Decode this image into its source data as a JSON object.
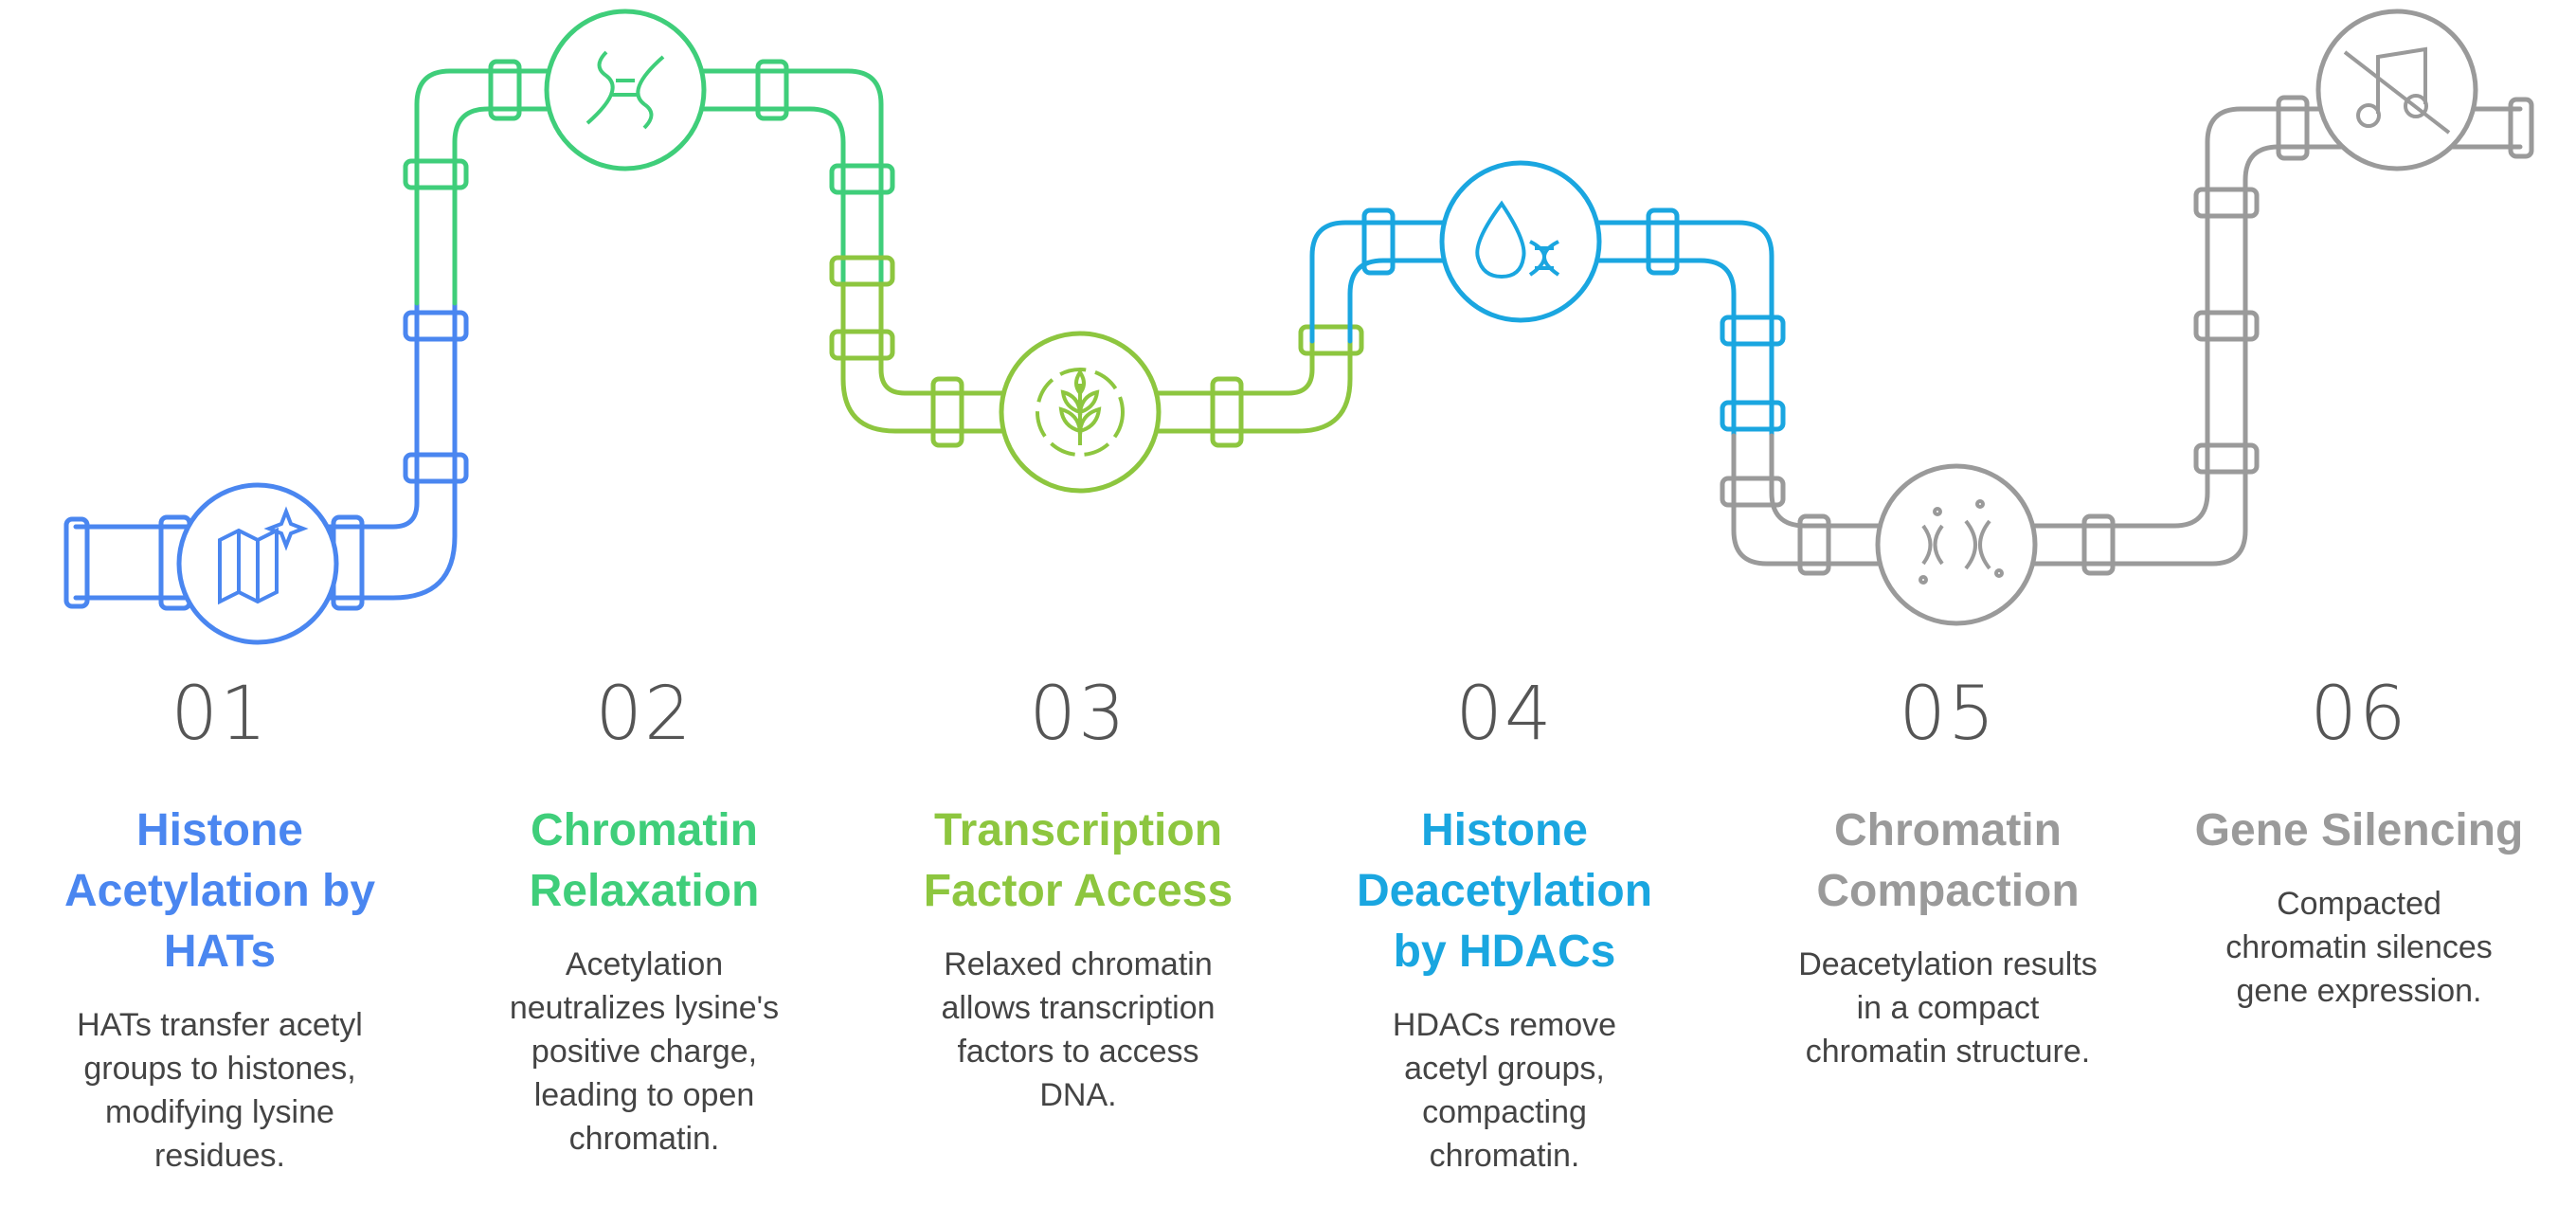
{
  "colors": {
    "blue": "#4A86F0",
    "green": "#3FCE7A",
    "lime": "#8DC63F",
    "cyan": "#1AA6E0",
    "gray": "#9A9A9A"
  },
  "steps": [
    {
      "number": "01",
      "title_lines": [
        "Histone",
        "Acetylation by",
        "HATs"
      ],
      "desc_lines": [
        "HATs transfer acetyl",
        "groups to histones,",
        "modifying lysine",
        "residues."
      ],
      "icon": "map-sparkle-icon",
      "color": "#4A86F0"
    },
    {
      "number": "02",
      "title_lines": [
        "Chromatin",
        "Relaxation"
      ],
      "desc_lines": [
        "Acetylation",
        "neutralizes lysine's",
        "positive charge,",
        "leading to open",
        "chromatin."
      ],
      "icon": "dna-icon",
      "color": "#3FCE7A"
    },
    {
      "number": "03",
      "title_lines": [
        "Transcription",
        "Factor Access"
      ],
      "desc_lines": [
        "Relaxed chromatin",
        "allows transcription",
        "factors to access",
        "DNA."
      ],
      "icon": "wheat-icon",
      "color": "#8DC63F"
    },
    {
      "number": "04",
      "title_lines": [
        "Histone",
        "Deacetylation",
        "by HDACs"
      ],
      "desc_lines": [
        "HDACs remove",
        "acetyl groups,",
        "compacting",
        "chromatin."
      ],
      "icon": "drop-dna-icon",
      "color": "#1AA6E0"
    },
    {
      "number": "05",
      "title_lines": [
        "Chromatin",
        "Compaction"
      ],
      "desc_lines": [
        "Deacetylation results",
        "in a compact",
        "chromatin structure."
      ],
      "icon": "chromosome-icon",
      "color": "#9A9A9A"
    },
    {
      "number": "06",
      "title_lines": [
        "Gene Silencing"
      ],
      "desc_lines": [
        "Compacted",
        "chromatin silences",
        "gene expression."
      ],
      "icon": "music-off-icon",
      "color": "#9A9A9A"
    }
  ]
}
